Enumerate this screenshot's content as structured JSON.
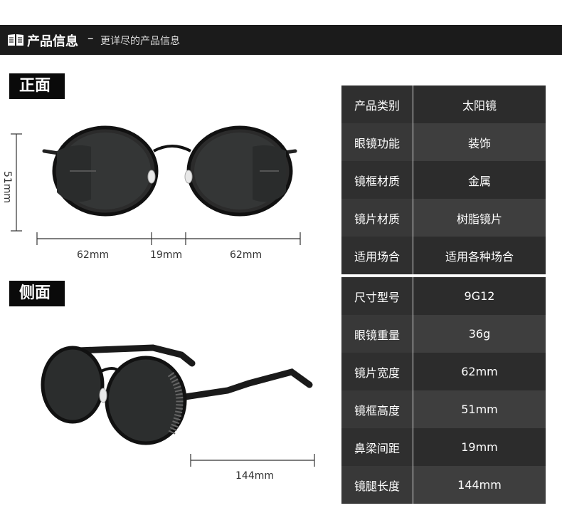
{
  "header": {
    "title": "产品信息",
    "dash": "–",
    "subtitle": "更详尽的产品信息"
  },
  "sections": {
    "front": "正面",
    "side": "侧面"
  },
  "dimensions": {
    "height": "51mm",
    "lens_left": "62mm",
    "bridge": "19mm",
    "lens_right": "62mm",
    "temple": "144mm"
  },
  "specs_group1": [
    {
      "label": "产品类别",
      "value": "太阳镜"
    },
    {
      "label": "眼镜功能",
      "value": "装饰"
    },
    {
      "label": "镜框材质",
      "value": "金属"
    },
    {
      "label": "镜片材质",
      "value": "树脂镜片"
    },
    {
      "label": "适用场合",
      "value": "适用各种场合"
    }
  ],
  "specs_group2": [
    {
      "label": "尺寸型号",
      "value": "9G12"
    },
    {
      "label": "眼镜重量",
      "value": "36g"
    },
    {
      "label": "镜片宽度",
      "value": "62mm"
    },
    {
      "label": "镜框高度",
      "value": "51mm"
    },
    {
      "label": "鼻梁间距",
      "value": "19mm"
    },
    {
      "label": "镜腿长度",
      "value": "144mm"
    }
  ],
  "icons": {
    "header_icon": "open-book-icon"
  }
}
